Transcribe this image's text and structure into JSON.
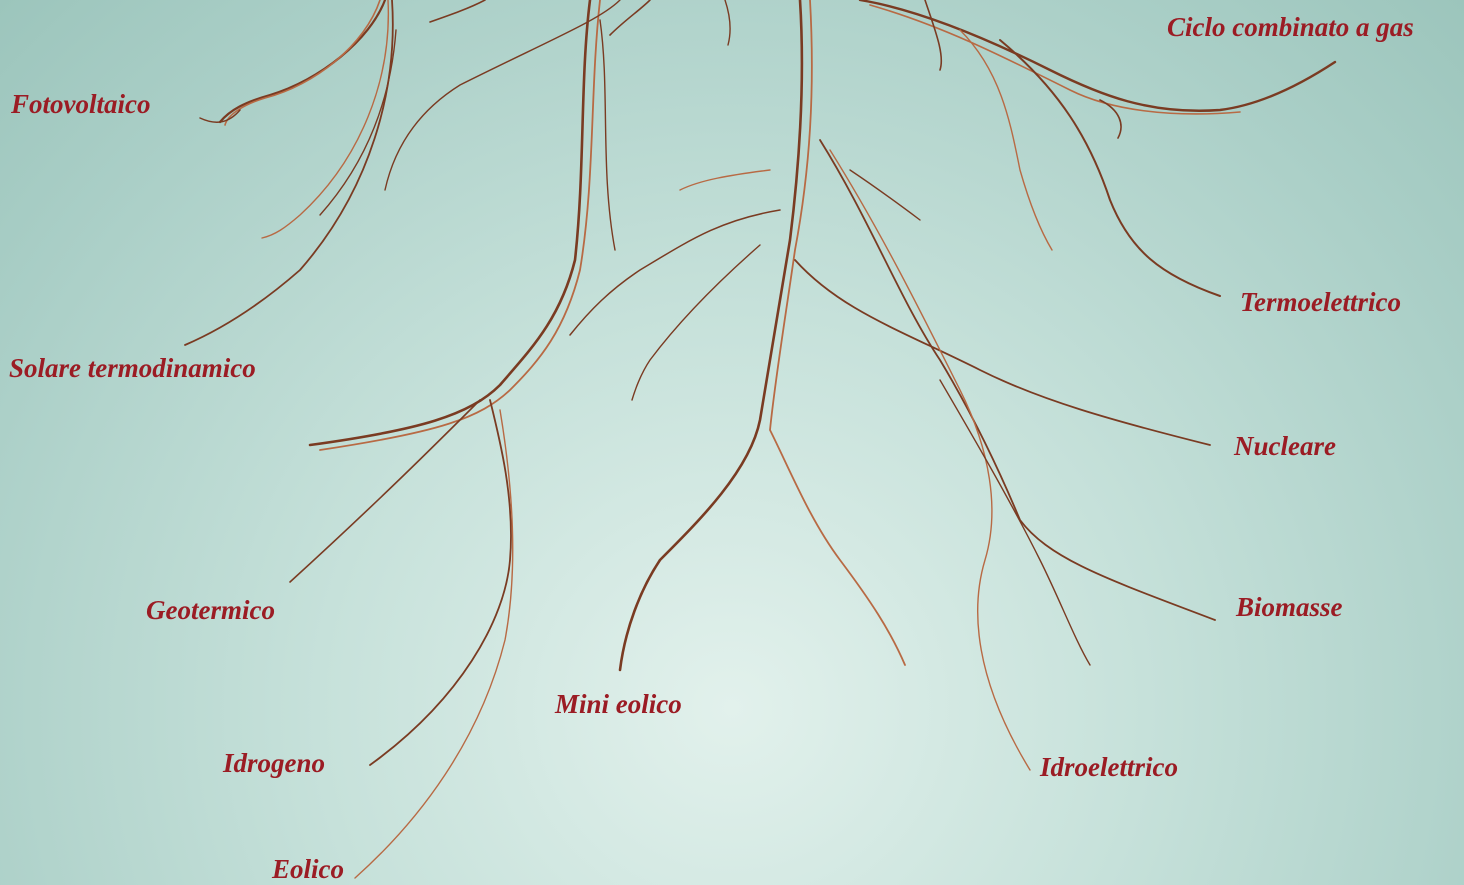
{
  "labels": {
    "ciclo_combinato": "Ciclo combinato a gas",
    "fotovoltaico": "Fotovoltaico",
    "solare_termodinamico": "Solare termodinamico",
    "termoelettrico": "Termoelettrico",
    "nucleare": "Nucleare",
    "geotermico": "Geotermico",
    "biomasse": "Biomasse",
    "mini_eolico": "Mini eolico",
    "idrogeno": "Idrogeno",
    "idroelettrico": "Idroelettrico",
    "eolico": "Eolico"
  },
  "colors": {
    "label": "#9b1c24",
    "wire_dark": "#7a3b22",
    "wire_light": "#b86a44",
    "background": "#bcdcd4"
  }
}
